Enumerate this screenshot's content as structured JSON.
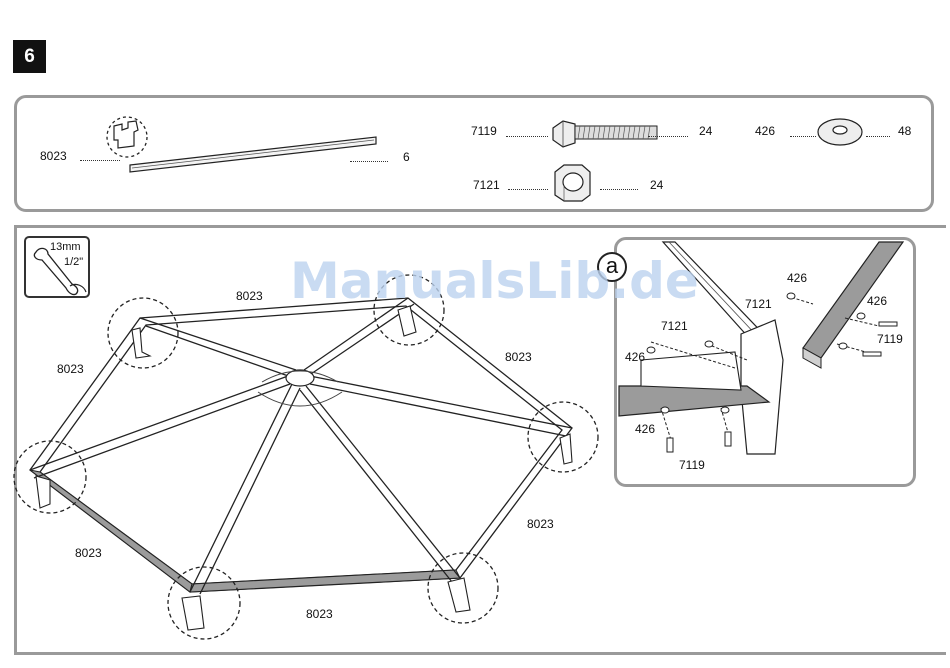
{
  "step": {
    "number": "6"
  },
  "parts": {
    "frame": {
      "code": "8023",
      "qty": "6"
    },
    "bolt": {
      "code": "7119",
      "qty": "24"
    },
    "washer": {
      "code": "426",
      "qty": "48"
    },
    "nut": {
      "code": "7121",
      "qty": "24"
    }
  },
  "tool": {
    "size_metric": "13mm",
    "size_imperial": "1/2\""
  },
  "diagram": {
    "labels": [
      "8023",
      "8023",
      "8023",
      "8023",
      "8023",
      "8023"
    ]
  },
  "detail": {
    "marker": "a",
    "labels": [
      "426",
      "7121",
      "426",
      "7119",
      "7121",
      "426",
      "426",
      "7119"
    ]
  },
  "watermark": "ManualsLib.de"
}
